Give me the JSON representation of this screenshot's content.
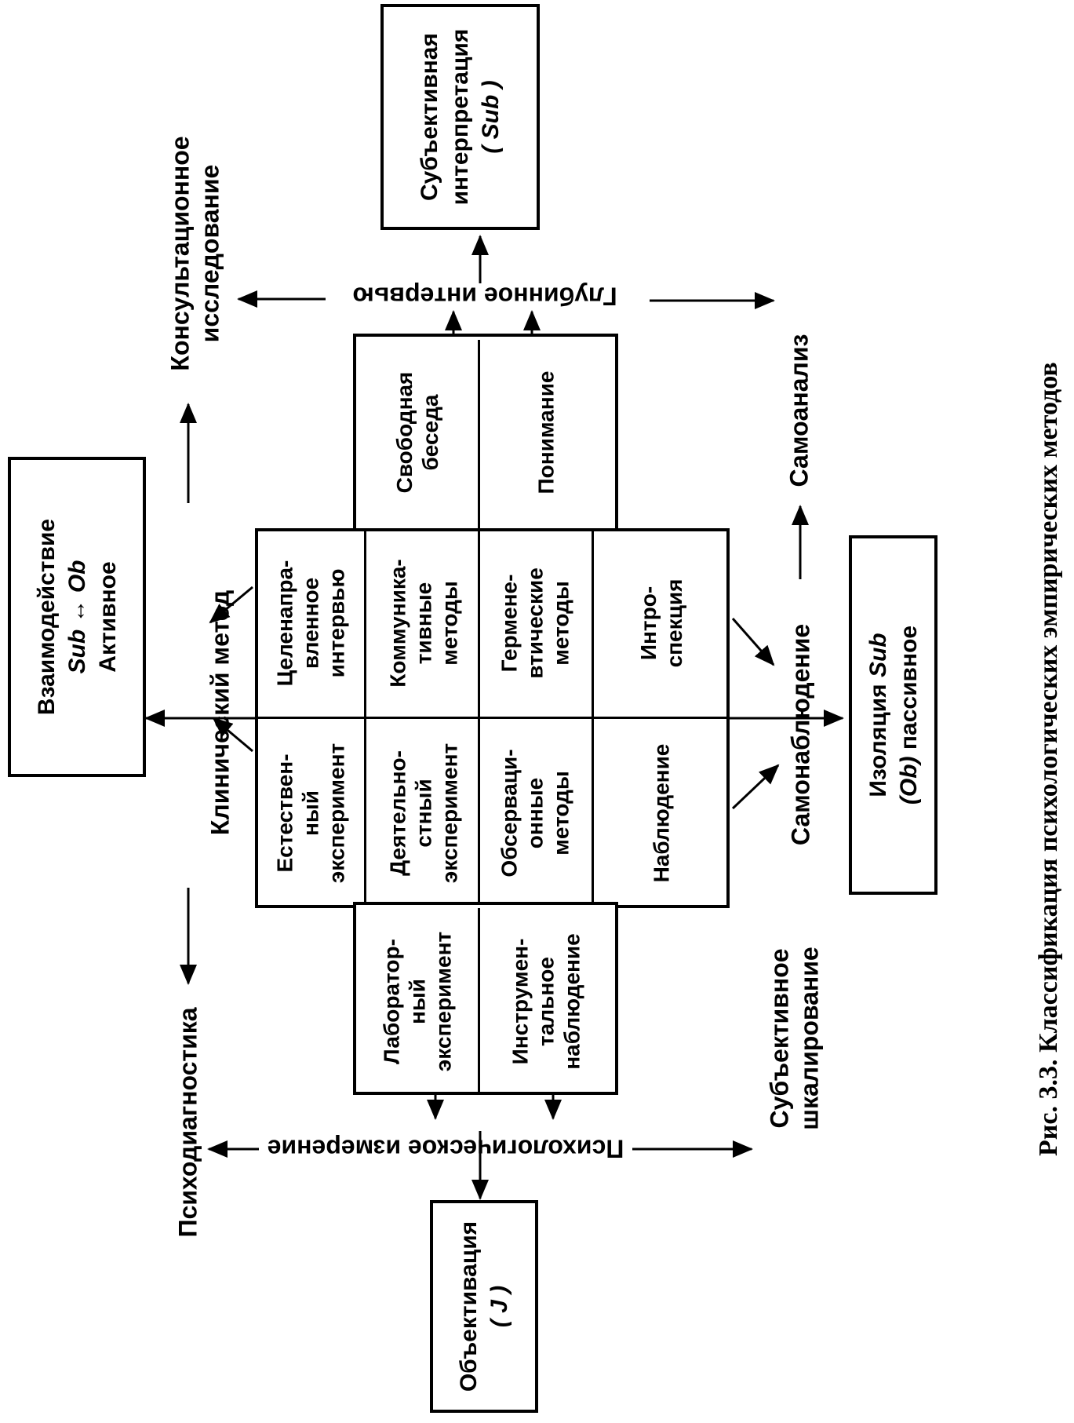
{
  "caption": "Рис. 3.3. Классификация психологических эмпирических методов",
  "boxes": {
    "interaction": {
      "line1": "Взаимодействие",
      "line2": "Sub ↔ Ob",
      "line3": "Активное"
    },
    "isolation": {
      "line1a": "Изоляция",
      "line1b": "Sub",
      "line2a": "(Ob)",
      "line2b": "пассивное"
    },
    "subjective_interpretation": {
      "line1": "Субъективная",
      "line2": "интерпретация",
      "line3": "( Sub )"
    },
    "objectification": {
      "line1": "Объективация",
      "line2": "( J )"
    }
  },
  "labels": {
    "clinical_method": "Клинический метод",
    "psychodiagnostics": "Психодиагностика",
    "consulting_research_line1": "Консультационное",
    "consulting_research_line2": "исследование",
    "deep_interview": "Глубинное интервью",
    "psychological_measurement": "Психологическое измерение",
    "self_observation": "Самонаблюдение",
    "self_analysis": "Самоанализ",
    "subjective_scaling_line1": "Субъективное",
    "subjective_scaling_line2": "шкалирование"
  },
  "center_table": {
    "left_column": [
      {
        "lines": [
          "Естествен-",
          "ный",
          "эксперимент"
        ]
      },
      {
        "lines": [
          "Деятельно-",
          "стный",
          "эксперимент"
        ]
      },
      {
        "lines": [
          "Обсерваци-",
          "онные",
          "методы"
        ]
      },
      {
        "lines": [
          "Наблюдение"
        ]
      }
    ],
    "right_column": [
      {
        "lines": [
          "Целенапра-",
          "вленное",
          "интервью"
        ]
      },
      {
        "lines": [
          "Коммуника-",
          "тивные",
          "методы"
        ]
      },
      {
        "lines": [
          "Гермене-",
          "втические",
          "методы"
        ]
      },
      {
        "lines": [
          "Интро-",
          "спекция"
        ]
      }
    ]
  },
  "left_wing": [
    {
      "lines": [
        "Лаборатор-",
        "ный",
        "эксперимент"
      ]
    },
    {
      "lines": [
        "Инструмен-",
        "тальное",
        "наблюдение"
      ]
    }
  ],
  "right_wing": [
    {
      "lines": [
        "Свободная",
        "беседа"
      ]
    },
    {
      "lines": [
        "Понимание"
      ]
    }
  ]
}
